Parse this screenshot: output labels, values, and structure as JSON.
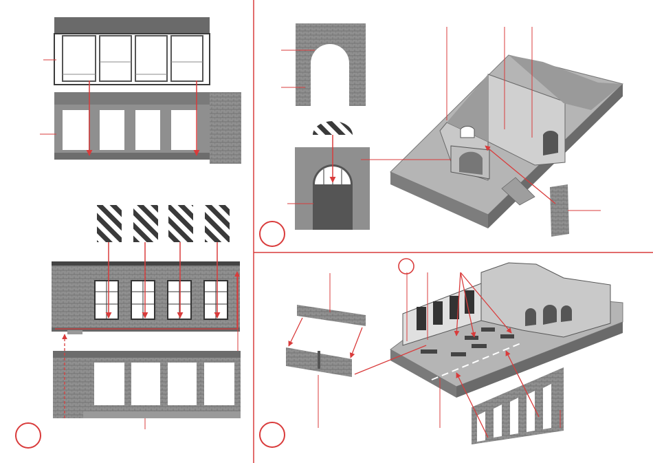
{
  "colors": {
    "divider": "#d93b3b",
    "arrow": "#d93b3b",
    "leader": "#d93b3b",
    "marker": "#d93b3b",
    "brick": "#8b8b8b",
    "brick_dark": "#555555",
    "window": "#ffffff",
    "roof": "#6a6a6a",
    "base": "#b8b8b8",
    "wall_light": "#c4c4c4"
  },
  "panels": [
    {
      "id": "window-fitting-side-wall",
      "marker": ""
    },
    {
      "id": "arched-door-assembly",
      "marker": ""
    },
    {
      "id": "front-wall-assembly",
      "marker": ""
    },
    {
      "id": "platform-assembly",
      "marker": ""
    }
  ],
  "icons": [
    "striped-pane-icon",
    "arched-window-icon",
    "loose-panel-icon",
    "bench-icon",
    "colonnade-icon"
  ]
}
